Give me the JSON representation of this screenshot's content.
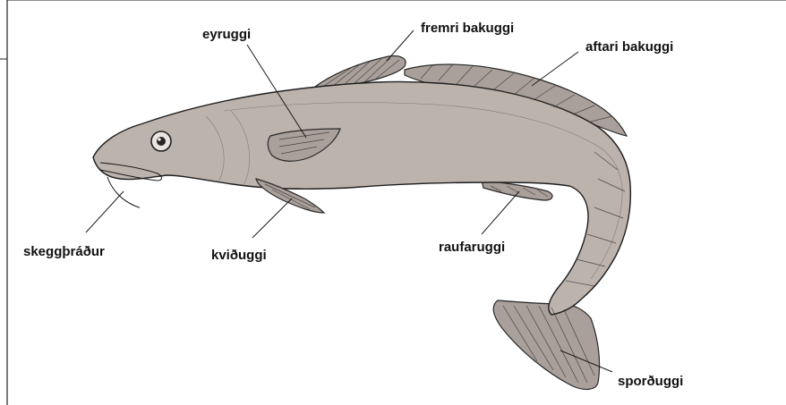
{
  "diagram": {
    "labels": {
      "fremri_bakuggi": "fremri bakuggi",
      "aftari_bakuggi": "aftari bakuggi",
      "eyruggi": "eyruggi",
      "skeggthradur": "skeggþráður",
      "kvidugg": "kviðuggi",
      "raufaruggi": "raufaruggi",
      "spordugg": "sporðuggi"
    },
    "colors": {
      "body": "#bdb3ad",
      "fin": "#a9a09b",
      "outline": "#1e1e1e",
      "frame": "#222222"
    }
  }
}
